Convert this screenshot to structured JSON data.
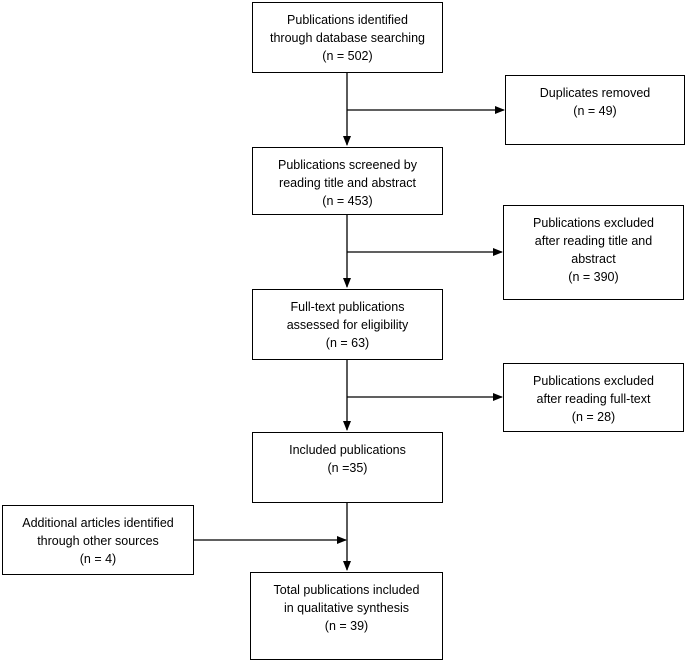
{
  "boxes": {
    "identified": {
      "lines": [
        "Publications identified",
        "through database searching",
        "(n = 502)"
      ]
    },
    "duplicates": {
      "lines": [
        "Duplicates removed",
        "(n = 49)"
      ]
    },
    "screened": {
      "lines": [
        "Publications screened by",
        "reading title and abstract",
        "(n = 453)"
      ]
    },
    "excluded_abstract": {
      "lines": [
        "Publications excluded",
        "after reading title and",
        "abstract",
        "(n = 390)"
      ]
    },
    "fulltext": {
      "lines": [
        "Full-text publications",
        "assessed for eligibility",
        "(n = 63)"
      ]
    },
    "excluded_fulltext": {
      "lines": [
        "Publications excluded",
        "after reading full-text",
        "(n = 28)"
      ]
    },
    "included": {
      "lines": [
        "Included publications",
        "(n =35)"
      ]
    },
    "additional": {
      "lines": [
        "Additional articles identified",
        "through other sources",
        "(n = 4)"
      ]
    },
    "total": {
      "lines": [
        "Total publications included",
        "in qualitative synthesis",
        "(n = 39)"
      ]
    }
  },
  "colors": {
    "stroke": "#000000",
    "background": "#ffffff"
  }
}
